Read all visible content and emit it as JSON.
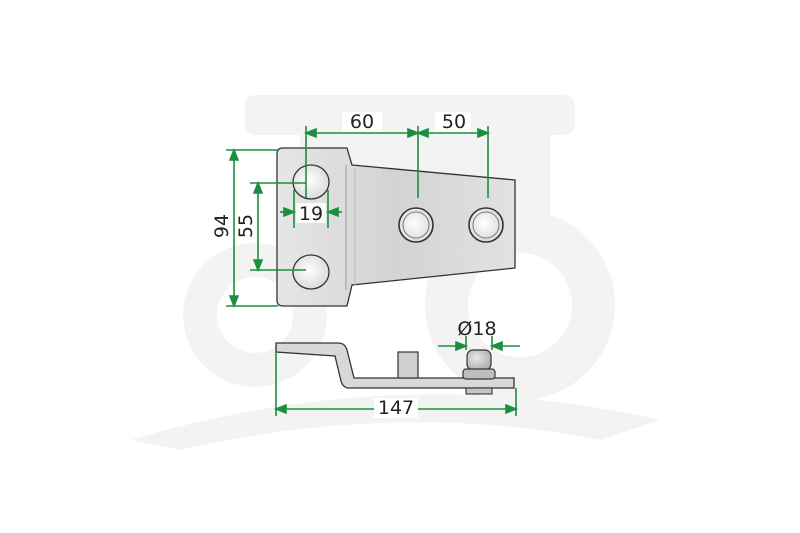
{
  "dimensions": {
    "hole_spacing_a": "60",
    "hole_spacing_b": "50",
    "total_height": "94",
    "slot_spacing": "55",
    "slot_width": "19",
    "bolt_diameter": "Ø18",
    "total_length": "147"
  },
  "colors": {
    "dimension_line": "#1a8f3c",
    "part_fill": "#dcdcdc",
    "part_stroke": "#333333",
    "watermark": "#f3f3f3"
  }
}
